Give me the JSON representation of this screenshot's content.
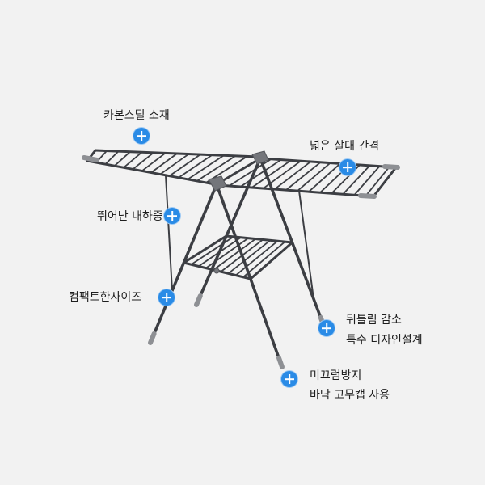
{
  "colors": {
    "background": "#f2f2f2",
    "frame": "#3c3e43",
    "joint": "#74767b",
    "cap": "#8e9094",
    "hotspot": "#2a8be6",
    "text": "#1e1e1e"
  },
  "callouts": [
    {
      "lines": [
        "카본스틸 소재"
      ],
      "icon": "plus-circle-icon"
    },
    {
      "lines": [
        "넓은 살대 간격"
      ],
      "icon": "plus-circle-icon"
    },
    {
      "lines": [
        "뛰어난 내하중"
      ],
      "icon": "plus-circle-icon"
    },
    {
      "lines": [
        "컴팩트한사이즈"
      ],
      "icon": "plus-circle-icon"
    },
    {
      "lines": [
        "뒤틀림 감소",
        "특수 디자인설계"
      ],
      "icon": "plus-circle-icon"
    },
    {
      "lines": [
        "미끄럼방지",
        "바닥 고무캡 사용"
      ],
      "icon": "plus-circle-icon"
    }
  ]
}
